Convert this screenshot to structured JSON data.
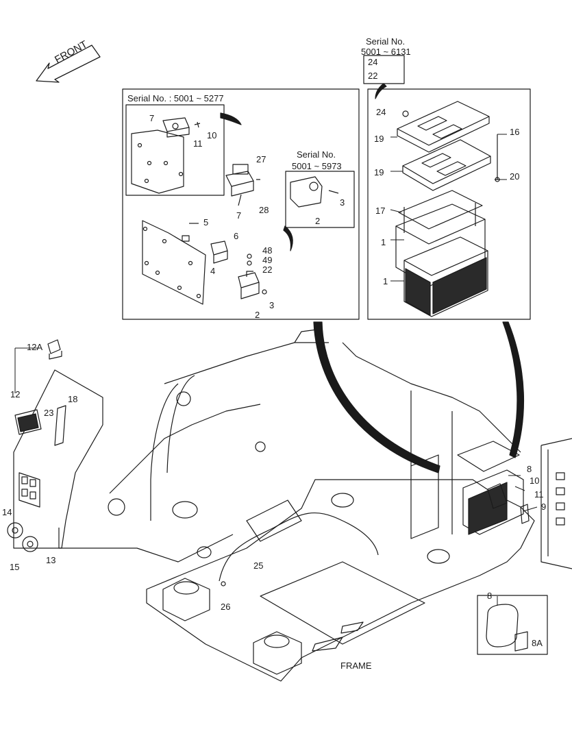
{
  "front_label": "FRONT",
  "frame_label": "FRAME",
  "serial_boxes": {
    "top_right": {
      "line1": "Serial No.",
      "line2": "5001 ~ 6131"
    },
    "left_panel": {
      "text": "Serial No. : 5001 ~ 5277"
    },
    "mid_panel": {
      "line1": "Serial No.",
      "line2": "5001 ~ 5973"
    }
  },
  "callouts": {
    "c1a": "1",
    "c1b": "1",
    "c2a": "2",
    "c2b": "2",
    "c3a": "3",
    "c3b": "3",
    "c4": "4",
    "c5": "5",
    "c6": "6",
    "c7a": "7",
    "c7b": "7",
    "c8": "8",
    "c8box": "8",
    "c8A": "8A",
    "c9": "9",
    "c10a": "10",
    "c10b": "10",
    "c11a": "11",
    "c11b": "11",
    "c12": "12",
    "c12A": "12A",
    "c13": "13",
    "c14": "14",
    "c15": "15",
    "c16": "16",
    "c17": "17",
    "c18": "18",
    "c19a": "19",
    "c19b": "19",
    "c20": "20",
    "c22a": "22",
    "c22b": "22",
    "c23": "23",
    "c24a": "24",
    "c24b": "24",
    "c25": "25",
    "c26": "26",
    "c27": "27",
    "c28": "28",
    "c48": "48",
    "c49": "49"
  },
  "colors": {
    "line": "#1a1a1a",
    "background": "#ffffff",
    "shade": "#2a2a2a"
  }
}
